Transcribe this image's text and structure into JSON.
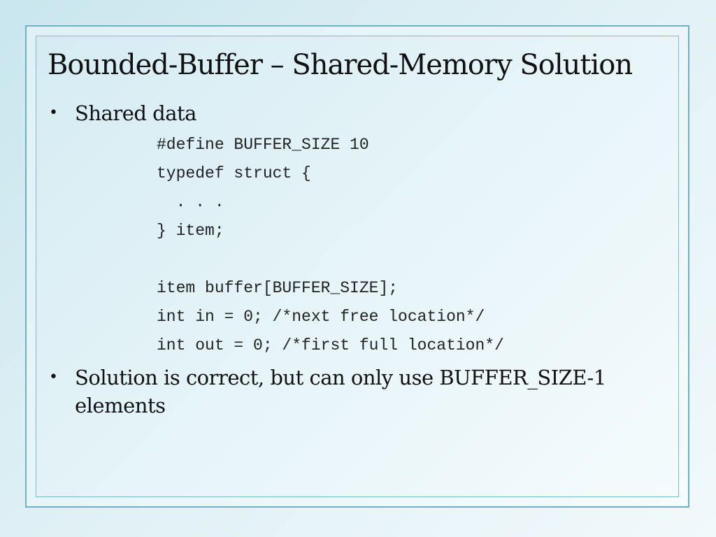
{
  "slide": {
    "title": "Bounded-Buffer – Shared-Memory Solution",
    "bullets": [
      {
        "marker": "•",
        "text": "Shared data"
      },
      {
        "marker": "•",
        "text": "Solution is correct, but can only use BUFFER_SIZE-1 elements"
      }
    ],
    "code_lines": [
      "#define BUFFER_SIZE 10",
      "typedef struct {",
      "  . . .",
      "} item;",
      "",
      "item buffer[BUFFER_SIZE];",
      "int in = 0; /*next free location*/",
      "int out = 0; /*first full location*/"
    ]
  }
}
